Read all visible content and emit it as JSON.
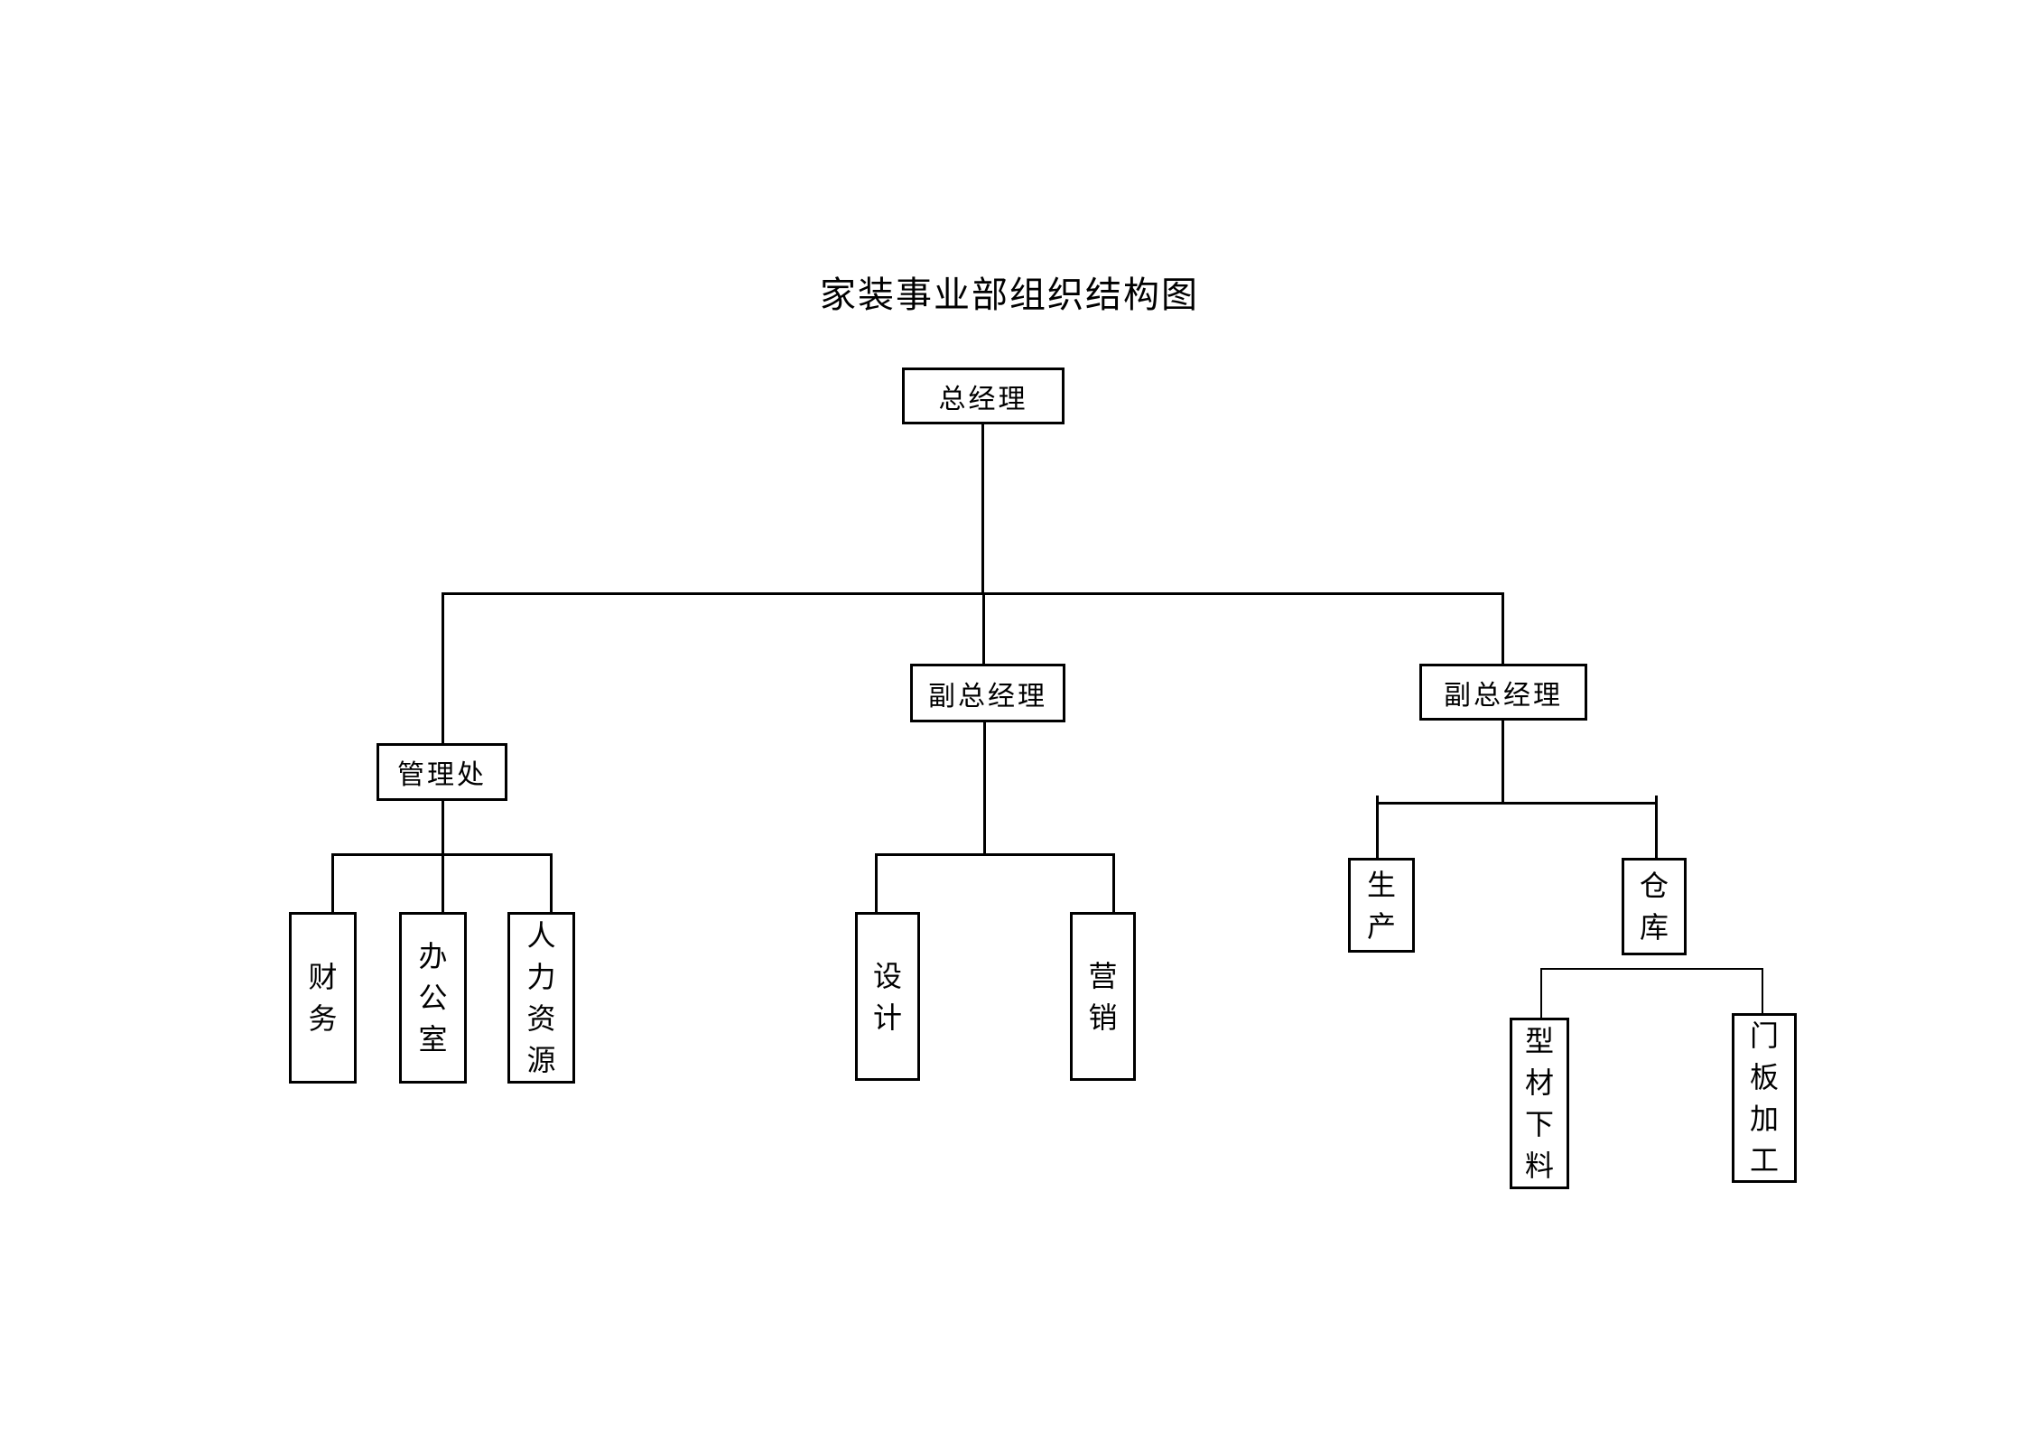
{
  "title": "家装事业部组织结构图",
  "colors": {
    "background": "#ffffff",
    "line": "#000000",
    "box_border": "#000000",
    "box_fill": "#ffffff",
    "text": "#000000"
  },
  "nodes": {
    "gm": {
      "label": "总经理"
    },
    "mgmt": {
      "label": "管理处"
    },
    "vgm1": {
      "label": "副总经理"
    },
    "vgm2": {
      "label": "副总经理"
    },
    "finance": {
      "label": "财务"
    },
    "office": {
      "label": "办公室"
    },
    "hr": {
      "label": "人力资源"
    },
    "design": {
      "label": "设计"
    },
    "marketing": {
      "label": "营销"
    },
    "production": {
      "label": "生产"
    },
    "warehouse": {
      "label": "仓库"
    },
    "profile_cutting": {
      "label": "型材下料"
    },
    "door_panel": {
      "label": "门板加工"
    }
  },
  "edges": [
    {
      "from": "总经理",
      "to": "管理处"
    },
    {
      "from": "总经理",
      "to": "副总经理(中)"
    },
    {
      "from": "总经理",
      "to": "副总经理(右)"
    },
    {
      "from": "管理处",
      "to": "财务"
    },
    {
      "from": "管理处",
      "to": "办公室"
    },
    {
      "from": "管理处",
      "to": "人力资源"
    },
    {
      "from": "副总经理(中)",
      "to": "设计"
    },
    {
      "from": "副总经理(中)",
      "to": "营销"
    },
    {
      "from": "副总经理(右)",
      "to": "生产"
    },
    {
      "from": "副总经理(右)",
      "to": "仓库"
    },
    {
      "from": "仓库",
      "to": "型材下料"
    },
    {
      "from": "仓库",
      "to": "门板加工"
    }
  ]
}
